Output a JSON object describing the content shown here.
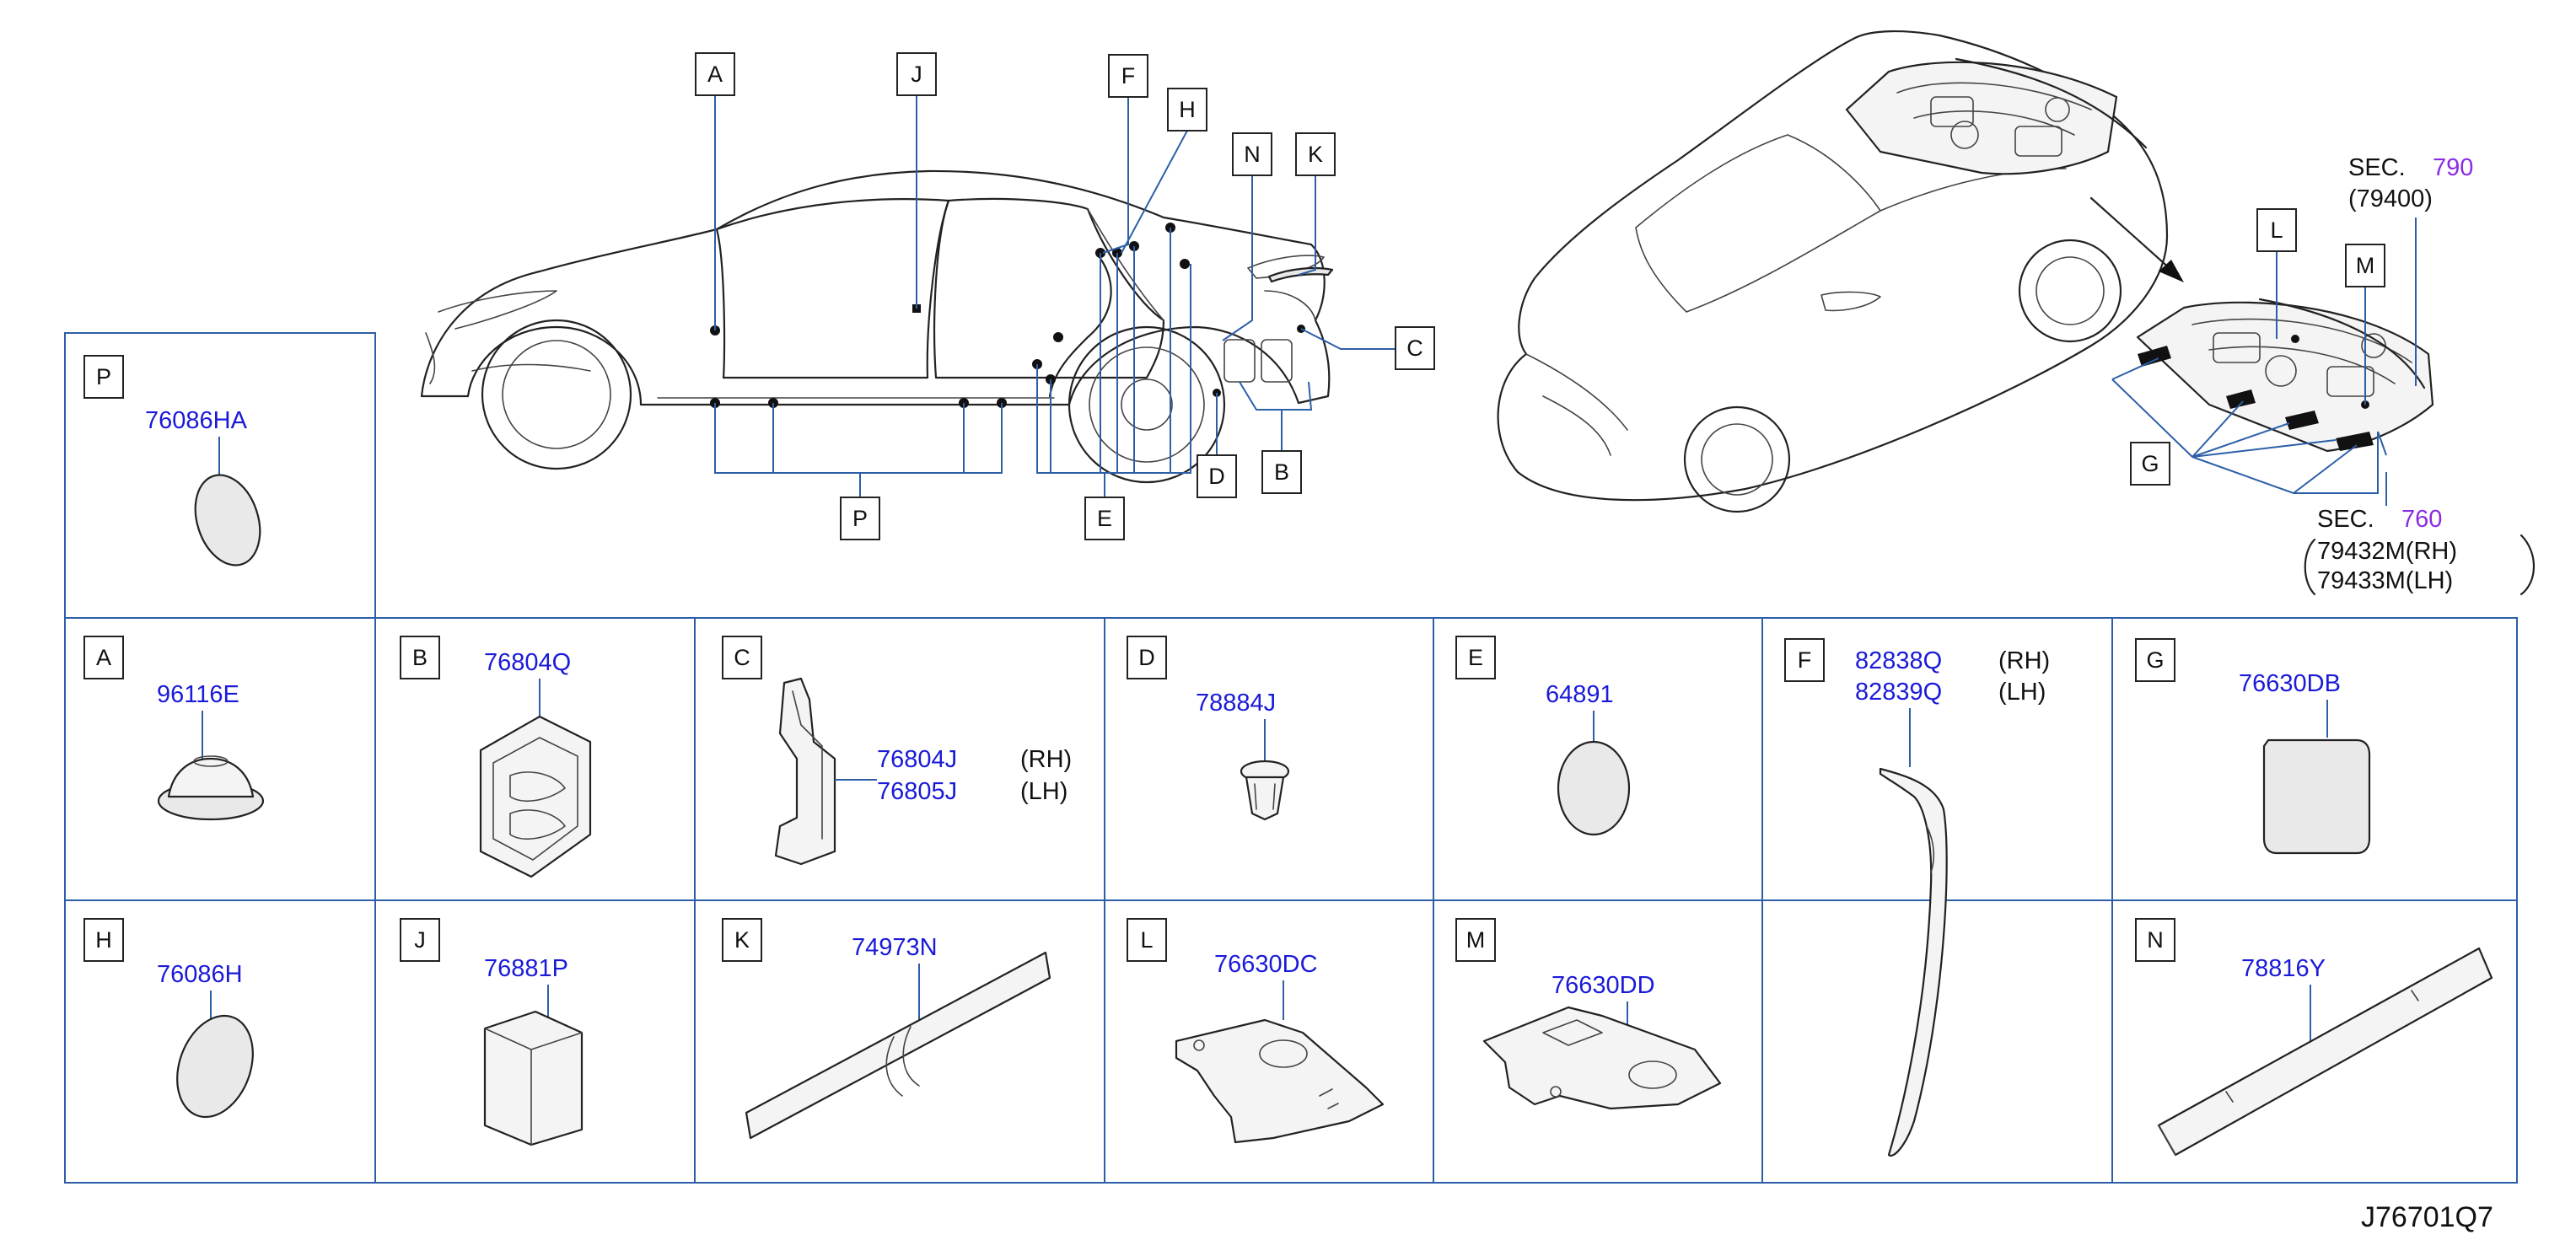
{
  "diagram_code": "J76701Q7",
  "callouts": {
    "sedan_side": [
      "A",
      "J",
      "F",
      "H",
      "N",
      "K",
      "C",
      "P",
      "E",
      "D",
      "B"
    ],
    "car_rear_detail": [
      "L",
      "M",
      "G"
    ]
  },
  "references": {
    "sec_upper": {
      "prefix": "SEC.",
      "number": "790",
      "part": "(79400)"
    },
    "sec_lower": {
      "prefix": "SEC.",
      "number": "760",
      "part_rh": "79432M(RH)",
      "part_lh": "79433M(LH)"
    }
  },
  "cells": {
    "P": {
      "letter": "P",
      "parts": [
        "76086HA"
      ]
    },
    "A": {
      "letter": "A",
      "parts": [
        "96116E"
      ]
    },
    "B": {
      "letter": "B",
      "parts": [
        "76804Q"
      ]
    },
    "C": {
      "letter": "C",
      "parts": [
        "76804J",
        "76805J"
      ],
      "sides": [
        "(RH)",
        "(LH)"
      ]
    },
    "D": {
      "letter": "D",
      "parts": [
        "78884J"
      ]
    },
    "E": {
      "letter": "E",
      "parts": [
        "64891"
      ]
    },
    "F": {
      "letter": "F",
      "parts": [
        "82838Q",
        "82839Q"
      ],
      "sides": [
        "(RH)",
        "(LH)"
      ]
    },
    "G": {
      "letter": "G",
      "parts": [
        "76630DB"
      ]
    },
    "H": {
      "letter": "H",
      "parts": [
        "76086H"
      ]
    },
    "J": {
      "letter": "J",
      "parts": [
        "76881P"
      ]
    },
    "K": {
      "letter": "K",
      "parts": [
        "74973N"
      ]
    },
    "L": {
      "letter": "L",
      "parts": [
        "76630DC"
      ]
    },
    "M": {
      "letter": "M",
      "parts": [
        "76630DD"
      ]
    },
    "N": {
      "letter": "N",
      "parts": [
        "78816Y"
      ]
    }
  }
}
